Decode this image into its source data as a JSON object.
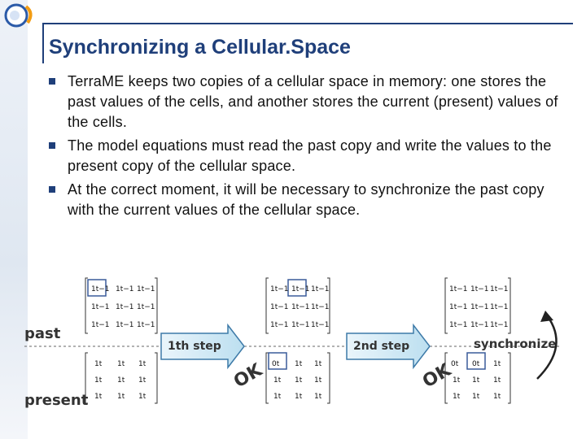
{
  "slide": {
    "title": "Synchronizing a Cellular.Space",
    "bullets": [
      "TerraME keeps two copies of a cellular space in memory: one stores the past values of the cells, and another stores the current (present) values of the cells.",
      "The model equations must read the past copy and write the values to the present copy of the cellular space.",
      "At the correct moment, it will be necessary to synchronize the past copy with the current values of the cellular space."
    ]
  },
  "diagram": {
    "past_label": "past",
    "present_label": "present",
    "step1_label": "1th step",
    "step2_label": "2nd step",
    "synchronize_label": "synchronize",
    "ok_label": "OK",
    "cells": {
      "t_minus_1": "1t−1",
      "t": "1t",
      "zero_t": "0t"
    }
  },
  "colors": {
    "title": "#1f3f7a",
    "arrow_fill": "#cde6f3",
    "arrow_stroke": "#3d7aa8",
    "highlight_box": "#3a5b9a"
  }
}
